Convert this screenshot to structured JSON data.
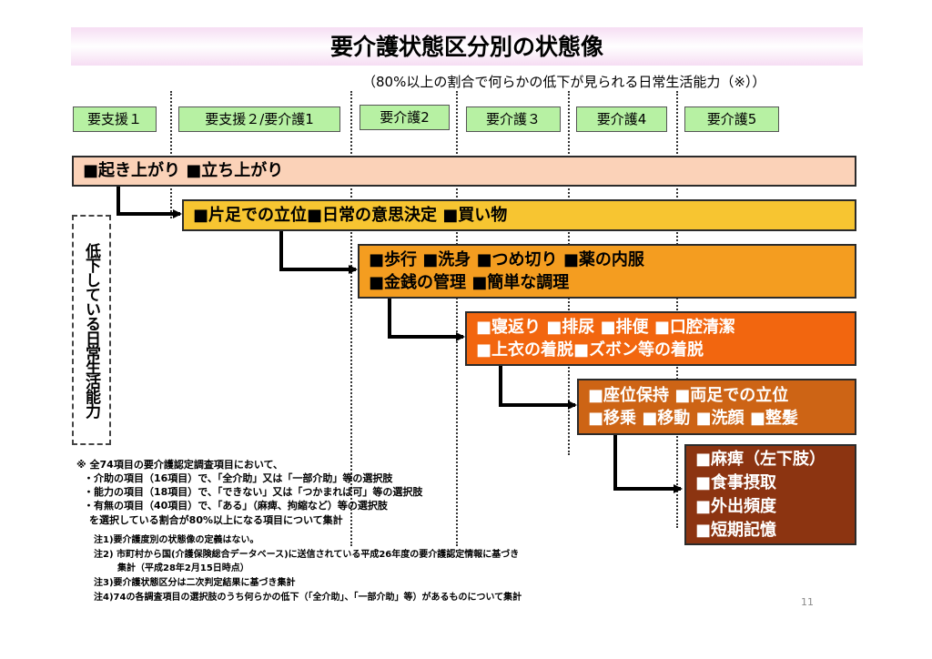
{
  "title": "要介護状態区分別の状態像",
  "subtitle": "（80%以上の割合で何らかの低下が見られる日常生活能力（※））",
  "levels": [
    "要支援１",
    "要支援２/要介護1",
    "要介護2",
    "要介護３",
    "要介護4",
    "要介護5"
  ],
  "bars": [
    {
      "lines": [
        "■起き上がり ■立ち上がり"
      ],
      "color": "#fbd2b8"
    },
    {
      "lines": [
        "■片足での立位■日常の意思決定 ■買い物"
      ],
      "color": "#f7c531"
    },
    {
      "lines": [
        "■歩行 ■洗身 ■つめ切り ■薬の内服",
        "■金銭の管理 ■簡単な調理"
      ],
      "color": "#f49d20"
    },
    {
      "lines": [
        "■寝返り ■排尿 ■排便 ■口腔清潔",
        "■上衣の着脱■ズボン等の着脱"
      ],
      "color": "#f2660f"
    },
    {
      "lines": [
        "■座位保持 ■両足での立位",
        "■移乗 ■移動 ■洗顔 ■整髪"
      ],
      "color": "#cd6415"
    },
    {
      "lines": [
        "■麻痺（左下肢）",
        "■食事摂取",
        "■外出頻度",
        "■短期記憶"
      ],
      "color": "#8c3411"
    }
  ],
  "side_label": "低下している日常生活能力",
  "notes_main": [
    "※ 全74項目の要介護認定調査項目において、",
    "・介助の項目（16項目）で、「全介助」又は「一部介助」等の選択肢",
    "・能力の項目（18項目）で、「できない」又は「つかまれば可」等の選択肢",
    "・有無の項目（40項目）で、「ある」（麻痺、拘縮など）等の選択肢",
    "を選択している割合が80%以上になる項目について集計"
  ],
  "notes": [
    "注1)要介護度別の状態像の定義はない。",
    "注2) 市町村から国(介護保険総合データベース)に送信されている平成26年度の要介護認定情報に基づき",
    "集計（平成28年2月15日時点）",
    "注3)要介護状態区分は二次判定結果に基づき集計",
    "注4)74の各調査項目の選択肢のうち何らかの低下（「全介助」、「一部介助」等）があるものについて集計"
  ],
  "page_number": "11",
  "colors": {
    "title_band": "#f6ddf3",
    "level_box": "#b7f1a3",
    "arrow": "#000000"
  }
}
